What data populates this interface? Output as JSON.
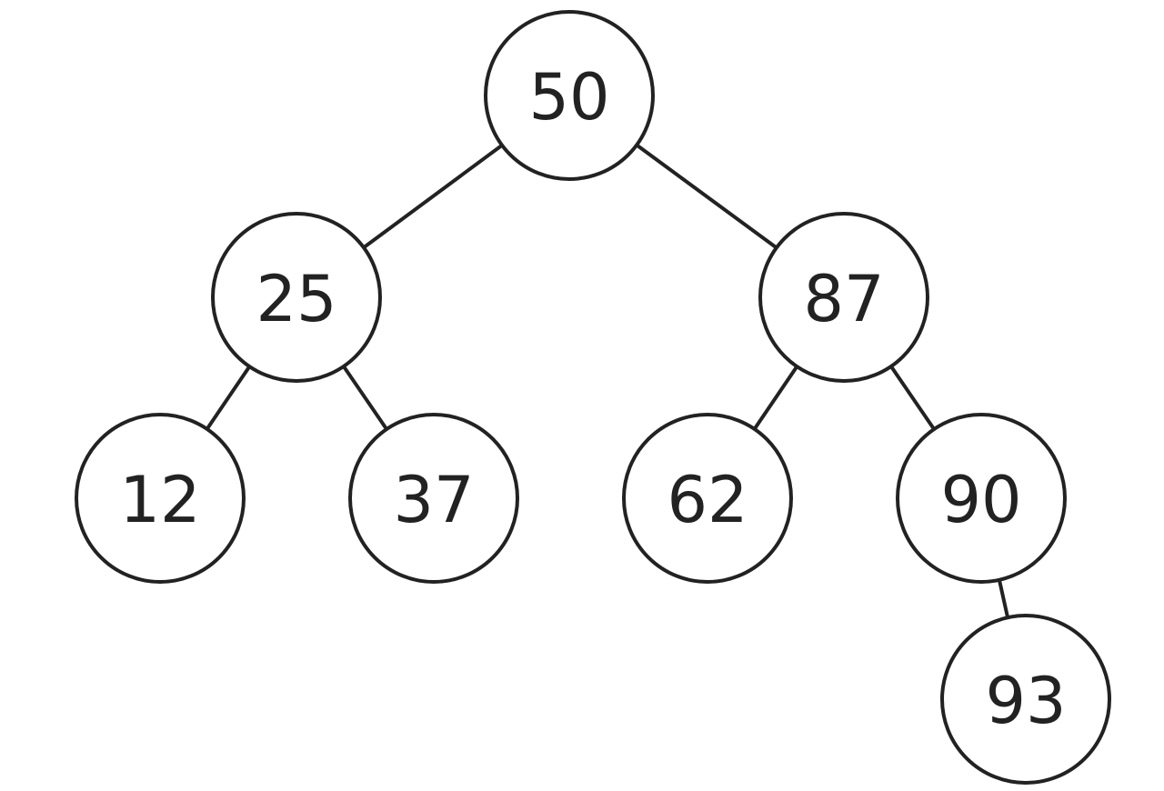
{
  "tree": {
    "nodes": [
      {
        "id": "n50",
        "label": "50"
      },
      {
        "id": "n25",
        "label": "25"
      },
      {
        "id": "n87",
        "label": "87"
      },
      {
        "id": "n12",
        "label": "12"
      },
      {
        "id": "n37",
        "label": "37"
      },
      {
        "id": "n62",
        "label": "62"
      },
      {
        "id": "n90",
        "label": "90"
      },
      {
        "id": "n93",
        "label": "93"
      }
    ],
    "edges": [
      {
        "from": "n50",
        "to": "n25"
      },
      {
        "from": "n50",
        "to": "n87"
      },
      {
        "from": "n25",
        "to": "n12"
      },
      {
        "from": "n25",
        "to": "n37"
      },
      {
        "from": "n87",
        "to": "n62"
      },
      {
        "from": "n87",
        "to": "n90"
      },
      {
        "from": "n90",
        "to": "n93"
      }
    ]
  }
}
